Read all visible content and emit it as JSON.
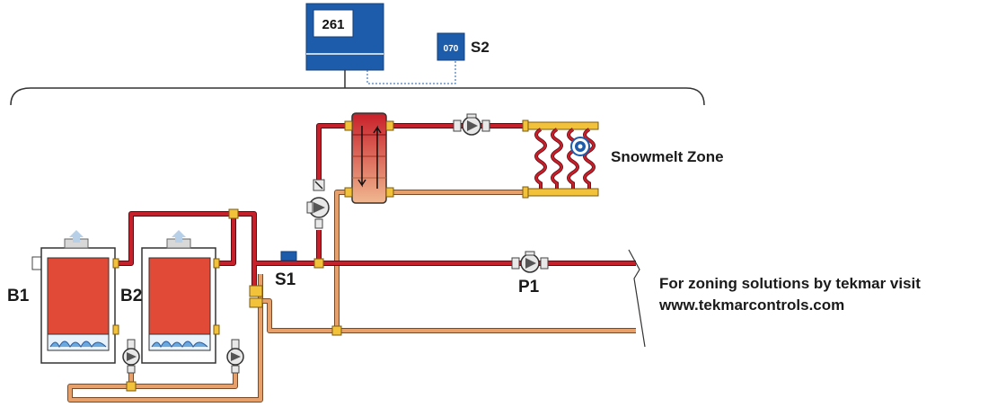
{
  "control": {
    "model": "261"
  },
  "sensors": {
    "outdoor": {
      "display": "070",
      "label": "S2"
    },
    "supply": {
      "label": "S1"
    }
  },
  "boilers": [
    {
      "label": "B1"
    },
    {
      "label": "B2"
    }
  ],
  "pumps": {
    "system": {
      "label": "P1"
    }
  },
  "zones": {
    "snowmelt": {
      "label": "Snowmelt Zone"
    }
  },
  "footer": {
    "line1": "For zoning solutions by tekmar visit",
    "line2": "www.tekmarcontrols.com"
  },
  "colors": {
    "supply_pipe": "#c8202a",
    "return_pipe": "#e8a06a",
    "control_blue": "#1d5cab",
    "boiler_red": "#e04a36",
    "fitting_yellow": "#f2c23a"
  }
}
